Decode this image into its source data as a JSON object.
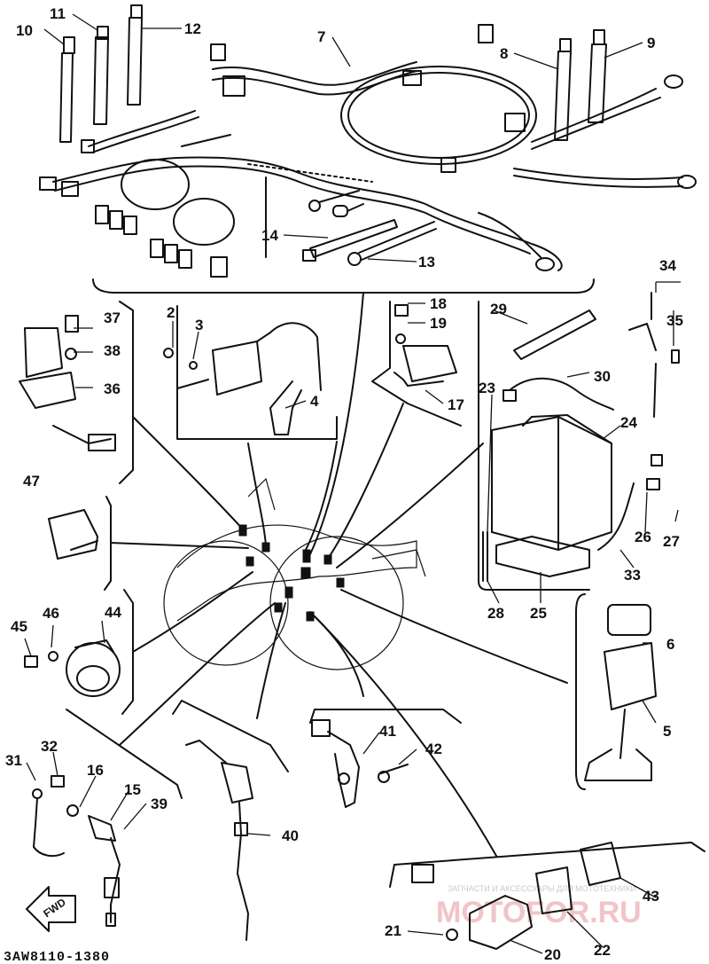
{
  "labels": {
    "p1": "2",
    "p2": "3",
    "p3": "4",
    "p4": "5",
    "p5": "6",
    "p6": "7",
    "p7": "8",
    "p8": "9",
    "p9": "10",
    "p10": "11",
    "p11": "12",
    "p12": "13",
    "p13": "14",
    "p14": "15",
    "p15": "16",
    "p16": "17",
    "p17": "18",
    "p18": "19",
    "p19": "20",
    "p20": "21",
    "p21": "22",
    "p22": "23",
    "p23": "24",
    "p24": "25",
    "p25": "26",
    "p26": "27",
    "p27": "28",
    "p28": "29",
    "p29": "30",
    "p30": "31",
    "p31": "32",
    "p32": "33",
    "p33": "34",
    "p34": "35",
    "p35": "36",
    "p36": "37",
    "p37": "38",
    "p38": "39",
    "p39": "40",
    "p40": "41",
    "p41": "42",
    "p42": "43",
    "p43": "44",
    "p44": "45",
    "p45": "46",
    "p46": "47"
  },
  "diagram_code": "3AW8110-1380",
  "fwd_label": "FWD",
  "watermark": {
    "small": "ЗАПЧАСТИ И АКСЕССУАРЫ ДЛЯ МОТОТЕХНИКИ",
    "big": "MOTOFOR.RU"
  },
  "colors": {
    "ink": "#111111",
    "watermark": "#e9a0a8",
    "background": "#ffffff"
  }
}
